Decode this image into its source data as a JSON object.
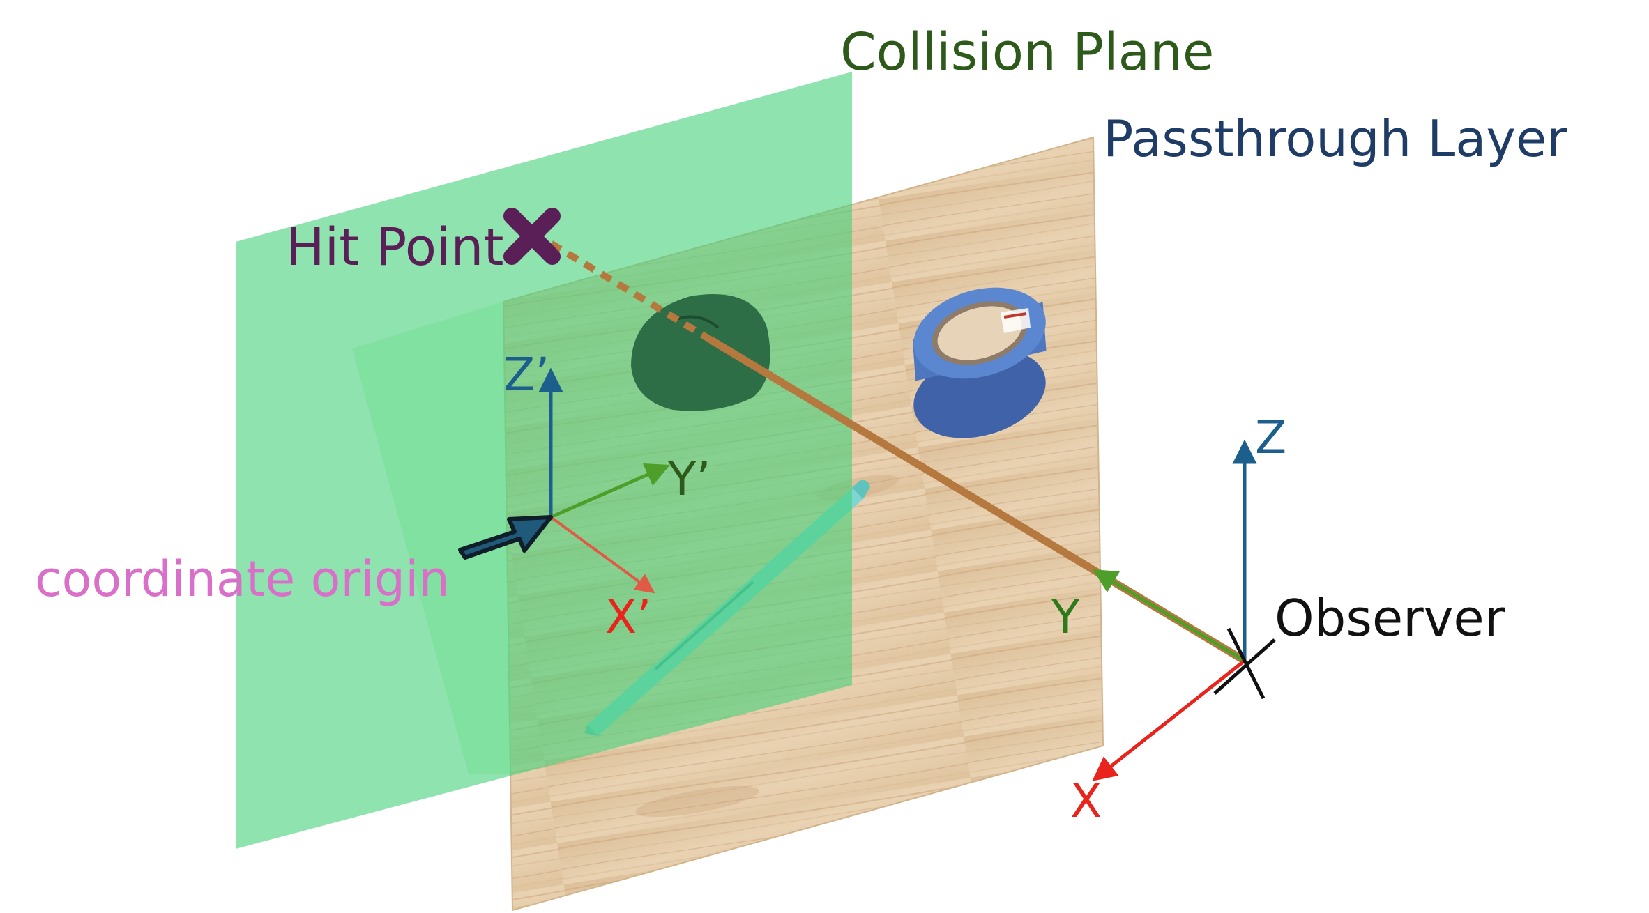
{
  "labels": {
    "collision_plane": "Collision Plane",
    "passthrough_layer": "Passthrough Layer",
    "hit_point": "Hit Point",
    "coordinate_origin": "coordinate origin",
    "observer": "Observer",
    "axis_x": "X",
    "axis_y": "Y",
    "axis_z": "Z",
    "axis_x_prime": "X’",
    "axis_y_prime": "Y’",
    "axis_z_prime": "Z’"
  },
  "colors": {
    "collision_plane_fill": "#5fd48a",
    "collision_plane_text": "#2d5a1b",
    "passthrough_text": "#1f3c66",
    "wood_light": "#e8cfae",
    "wood_dark": "#c9a47c",
    "hit_point_color": "#5a1f56",
    "ray_color": "#b5783e",
    "axis_x_color": "#e8241c",
    "axis_y_color": "#4e9e2a",
    "axis_z_color": "#1c5f8c",
    "axis_x_prime_color": "#e05a45",
    "origin_text_color": "#d96fc8",
    "origin_arrow_color": "#1b4a64",
    "observer_text_color": "#111111"
  },
  "objects": {
    "mouse": "computer-mouse",
    "tape": "duct-tape-roll",
    "pen": "pen"
  }
}
